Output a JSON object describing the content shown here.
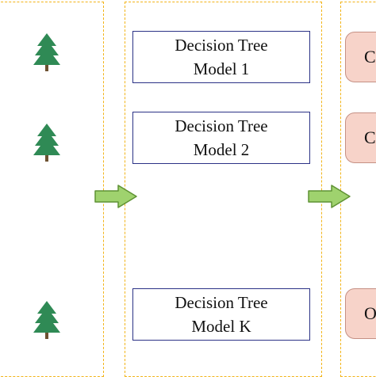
{
  "colors": {
    "panel_border": "#f2b418",
    "model_border": "#2b3286",
    "result_fill": "#f7d3c9",
    "result_border": "#c59084",
    "arrow_fill": "#9fd26e",
    "arrow_stroke": "#5f9234",
    "tree_green": "#2f8a55",
    "tree_trunk": "#6e5232"
  },
  "icons": [
    "tree-icon",
    "right-arrow-icon"
  ],
  "models": [
    {
      "line1": "Decision Tree",
      "line2": "Model 1"
    },
    {
      "line1": "Decision Tree",
      "line2": "Model 2"
    },
    {
      "line1": "Decision Tree",
      "line2": "Model K"
    }
  ],
  "results": [
    {
      "label": "C"
    },
    {
      "label": "C"
    },
    {
      "label": "O"
    }
  ]
}
